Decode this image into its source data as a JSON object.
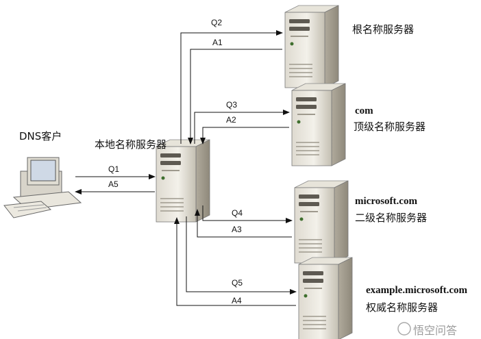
{
  "diagram": {
    "client": {
      "label": "DNS客户"
    },
    "local": {
      "label": "本地名称服务器"
    },
    "root": {
      "label": "根名称服务器"
    },
    "tld": {
      "name": "com",
      "label": "顶级名称服务器"
    },
    "second": {
      "name": "microsoft.com",
      "label": "二级名称服务器"
    },
    "auth": {
      "name": "example.microsoft.com",
      "label": "权威名称服务器"
    },
    "messages": {
      "q1": "Q1",
      "a5": "A5",
      "q2": "Q2",
      "a1": "A1",
      "q3": "Q3",
      "a2": "A2",
      "q4": "Q4",
      "a3": "A3",
      "q5": "Q5",
      "a4": "A4"
    }
  },
  "watermark": {
    "text": "悟空问答"
  }
}
